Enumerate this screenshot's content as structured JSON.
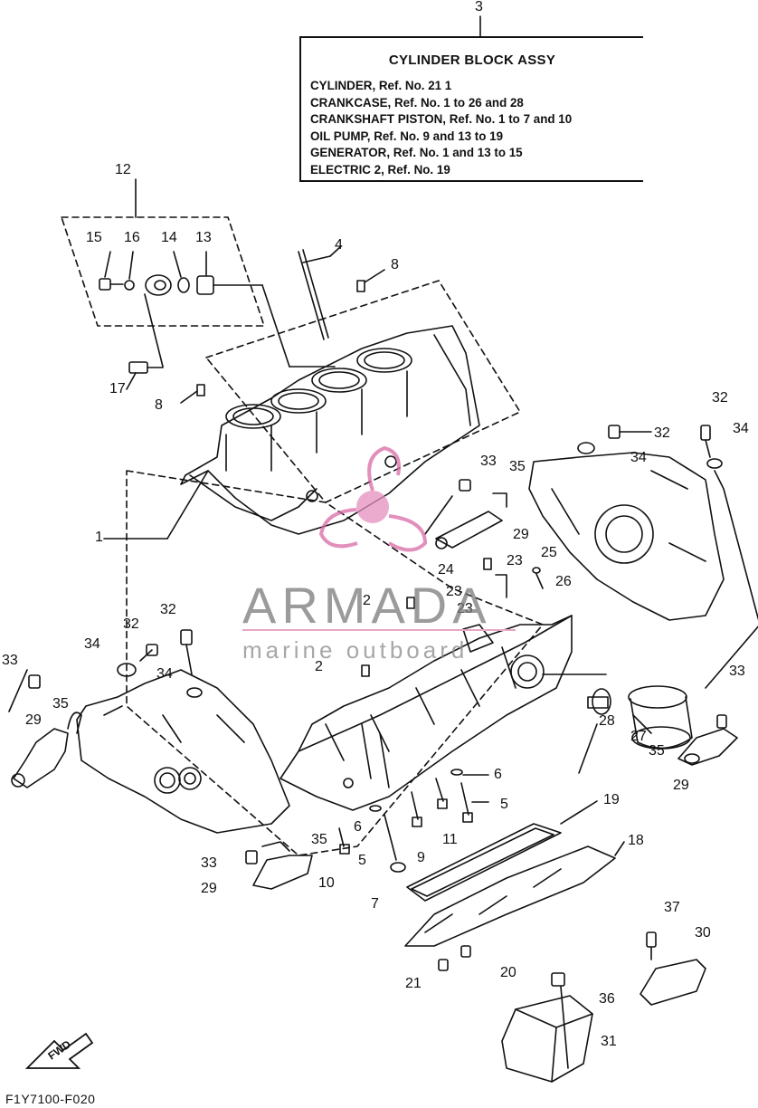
{
  "legend": {
    "ref_number": "3",
    "title": "CYLINDER BLOCK ASSY",
    "lines": [
      "CYLINDER,  Ref. No. 21  1",
      "CRANKCASE,  Ref. No. 1 to 26 and 28",
      "CRANKSHAFT PISTON,  Ref. No. 1 to 7 and 10",
      "OIL PUMP,  Ref. No. 9 and 13 to 19",
      "GENERATOR,  Ref. No. 1 and 13 to 15",
      "ELECTRIC 2,  Ref. No. 19"
    ]
  },
  "callouts": [
    "12",
    "15",
    "16",
    "14",
    "13",
    "4",
    "8",
    "17",
    "8",
    "1",
    "32",
    "32",
    "34",
    "34",
    "33",
    "35",
    "29",
    "24",
    "23",
    "25",
    "23",
    "26",
    "2",
    "23",
    "32",
    "32",
    "34",
    "34",
    "33",
    "35",
    "29",
    "2",
    "28",
    "27",
    "33",
    "35",
    "29",
    "6",
    "5",
    "11",
    "9",
    "6",
    "5",
    "10",
    "7",
    "33",
    "29",
    "35",
    "19",
    "18",
    "21",
    "20",
    "37",
    "30",
    "36",
    "31"
  ],
  "watermark": {
    "brand": "ARMADA",
    "tagline": "marine outboard",
    "accent_color": "#d96aa6"
  },
  "fwd_label": "FWD",
  "diagram_code": "F1Y7100-F020"
}
